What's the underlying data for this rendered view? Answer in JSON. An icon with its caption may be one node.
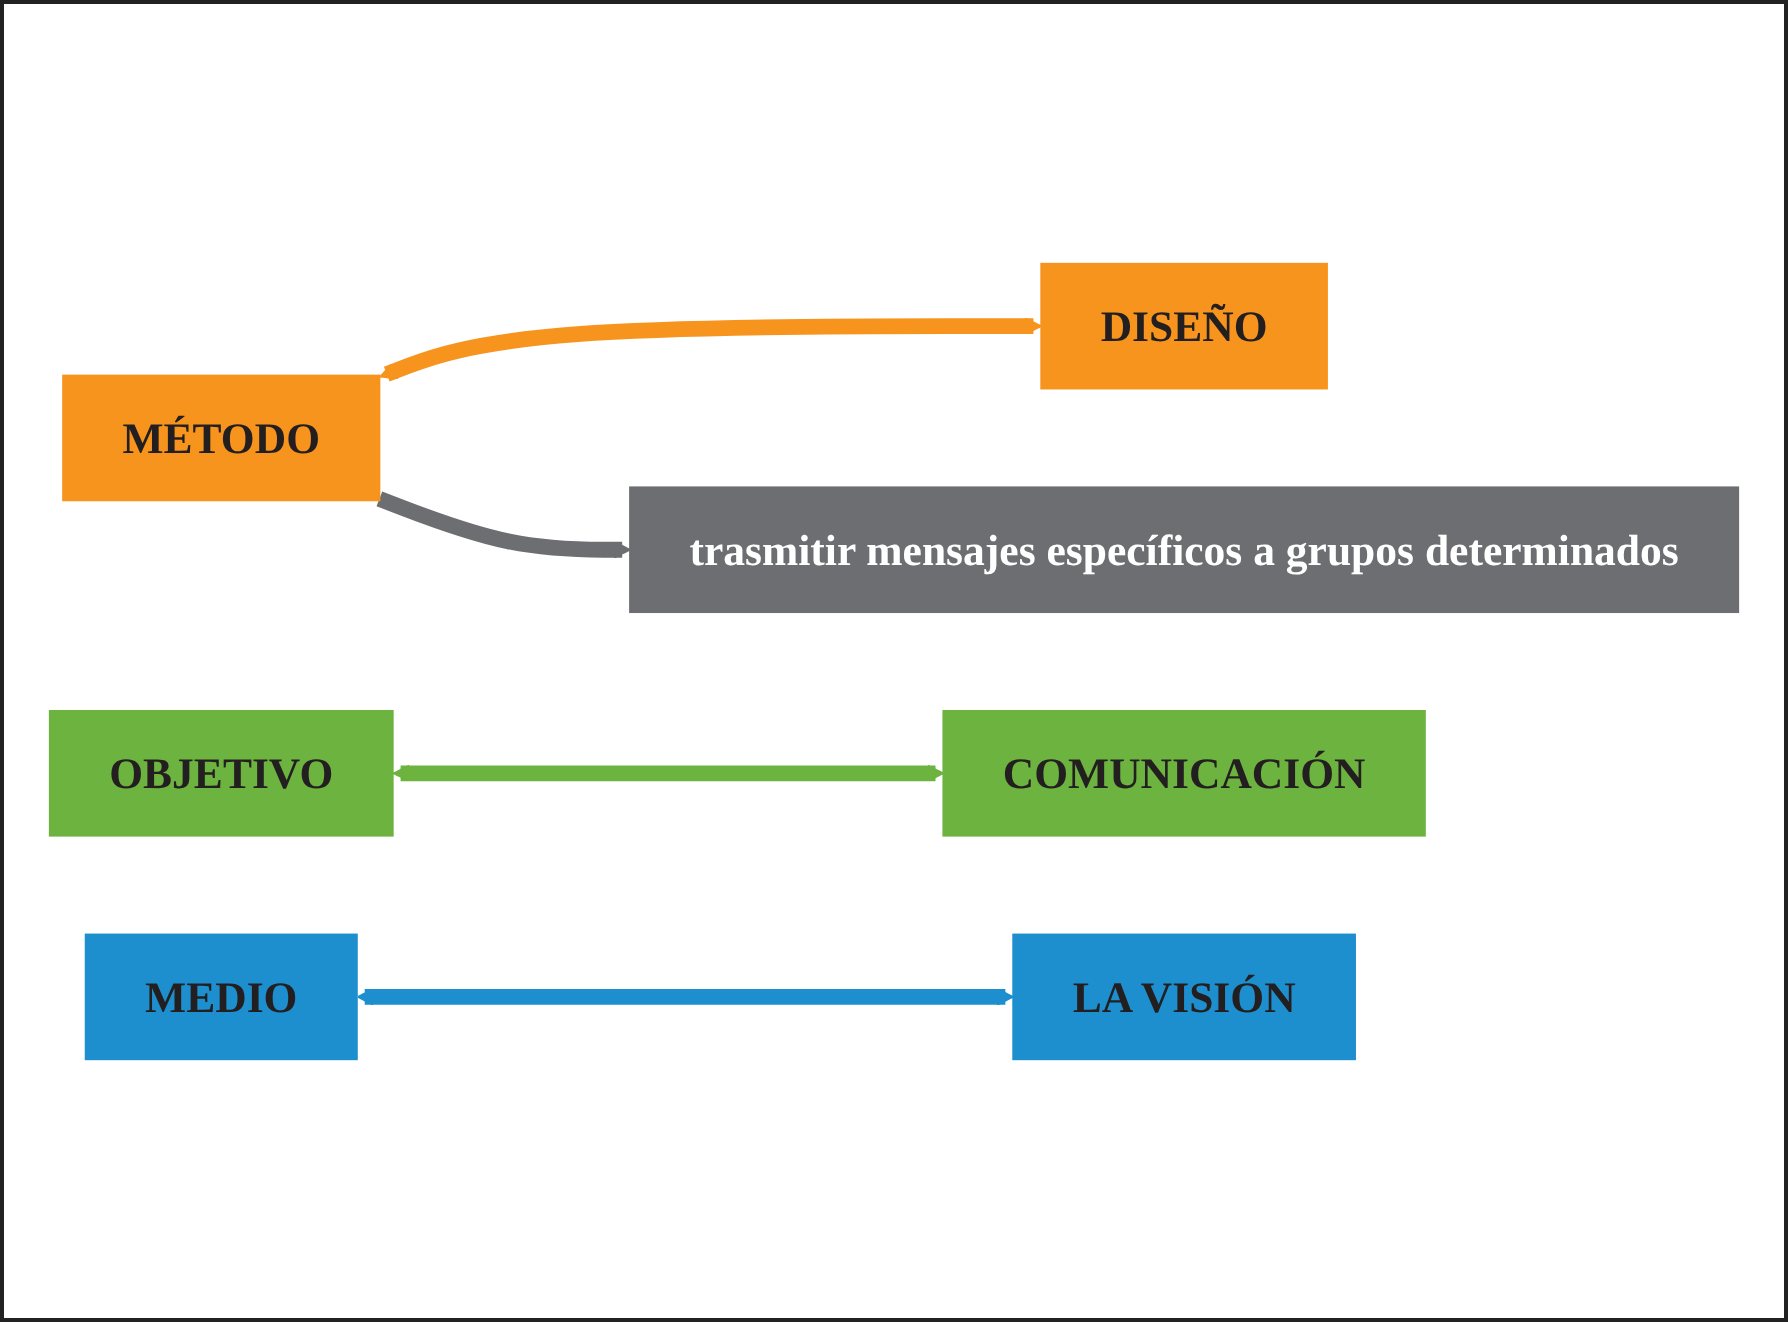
{
  "diagram": {
    "nodes": [
      {
        "text": [
          "MÉTODO"
        ]
      },
      {
        "text": [
          "DISEÑO"
        ]
      },
      {
        "text": [
          "OBJETIVO"
        ]
      },
      {
        "text": [
          "COMUNICACIÓN"
        ]
      },
      {
        "text": [
          "MEDIO"
        ]
      },
      {
        "text": [
          "LA VISIÓN"
        ]
      },
      {
        "text": [
          "trasmitir mensajes específicos a grupos determinados"
        ]
      }
    ],
    "edges": [
      {
        "from": 0,
        "to": 1,
        "arrow": "both",
        "color": "#f7941d"
      },
      {
        "from": 2,
        "to": 3,
        "arrow": "both",
        "color": "#6db33f"
      },
      {
        "from": 4,
        "to": 5,
        "arrow": "both",
        "color": "#1e8fce"
      },
      {
        "from": 0,
        "to": 6,
        "arrow": "to",
        "color": "#6d6e71"
      }
    ]
  }
}
